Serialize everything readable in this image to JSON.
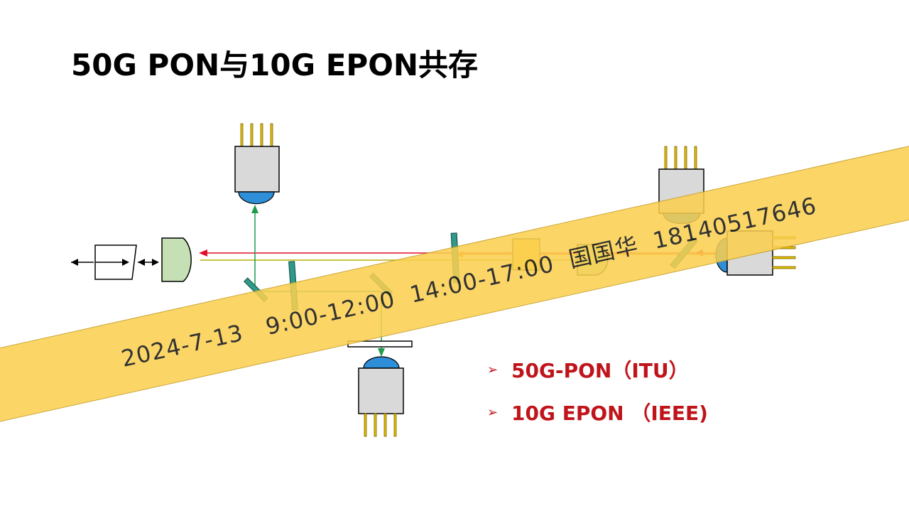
{
  "title": "50G PON与10G EPON共存",
  "bullets": [
    {
      "label": "50G-PON（ITU）"
    },
    {
      "label": "10G EPON （IEEE)"
    }
  ],
  "watermark": {
    "text": "2024-7-13   9:00-12:00  14:00-17:00  国国华  18140517646"
  },
  "colors": {
    "title": "#000000",
    "bullet": "#c0141b",
    "watermark_band": "#fbd04f",
    "module_body": "#d9d9d9",
    "lens": "#2e8ed8",
    "pin": "#e6c000",
    "receiver": "#c5e0b4",
    "filter": "#2f9a8a",
    "beam_red": "#e0102a",
    "beam_green": "#1f9a4a",
    "beam_orange": "#f08a10",
    "beam_olive": "#b9b000"
  }
}
